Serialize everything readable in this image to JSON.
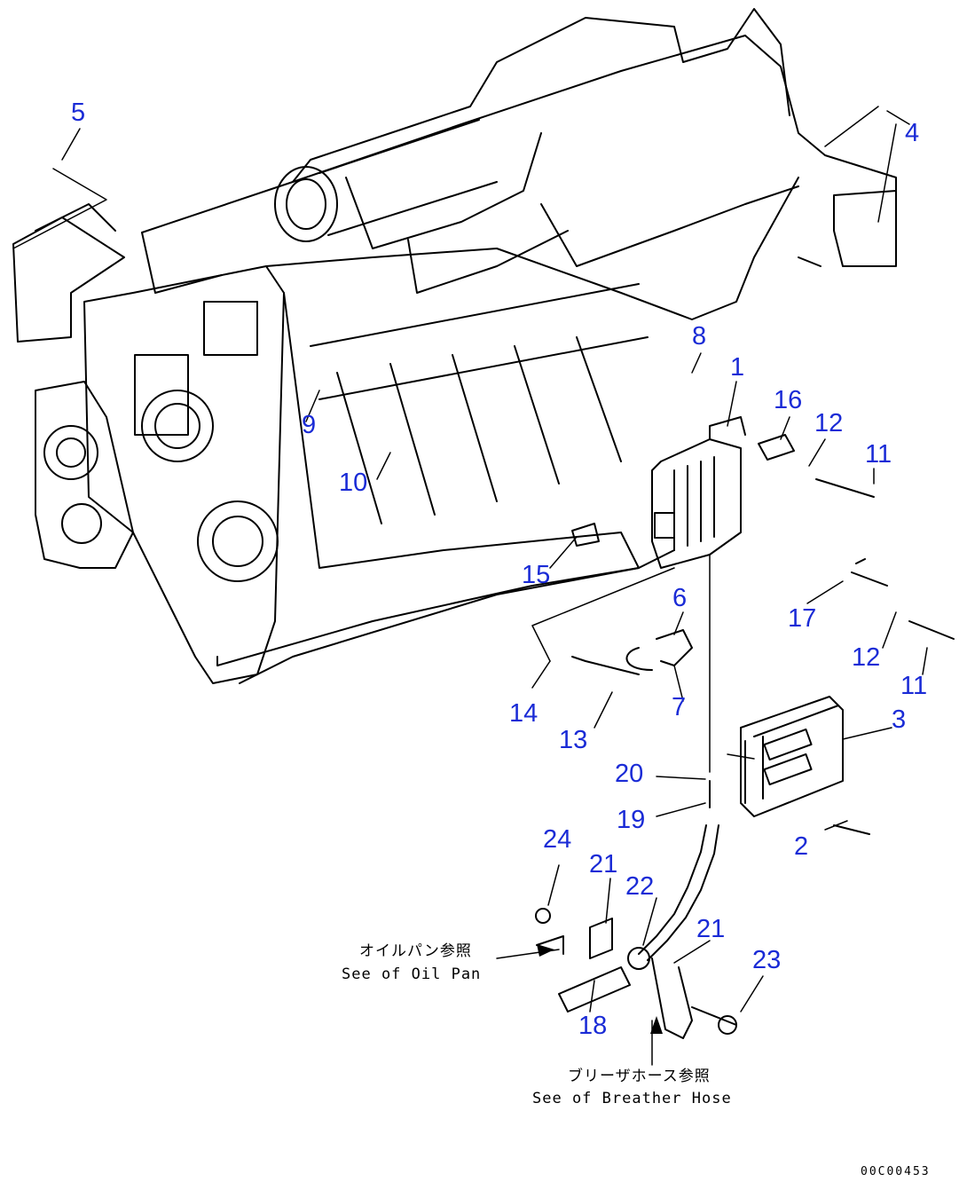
{
  "diagram": {
    "callouts": [
      {
        "id": "c5",
        "text": "5"
      },
      {
        "id": "c4",
        "text": "4"
      },
      {
        "id": "c8",
        "text": "8"
      },
      {
        "id": "c1",
        "text": "1"
      },
      {
        "id": "c16",
        "text": "16"
      },
      {
        "id": "c12a",
        "text": "12"
      },
      {
        "id": "c11a",
        "text": "11"
      },
      {
        "id": "c9",
        "text": "9"
      },
      {
        "id": "c10",
        "text": "10"
      },
      {
        "id": "c15",
        "text": "15"
      },
      {
        "id": "c6",
        "text": "6"
      },
      {
        "id": "c17",
        "text": "17"
      },
      {
        "id": "c12b",
        "text": "12"
      },
      {
        "id": "c11b",
        "text": "11"
      },
      {
        "id": "c14",
        "text": "14"
      },
      {
        "id": "c7",
        "text": "7"
      },
      {
        "id": "c13",
        "text": "13"
      },
      {
        "id": "c3",
        "text": "3"
      },
      {
        "id": "c20",
        "text": "20"
      },
      {
        "id": "c19",
        "text": "19"
      },
      {
        "id": "c2",
        "text": "2"
      },
      {
        "id": "c24",
        "text": "24"
      },
      {
        "id": "c21a",
        "text": "21"
      },
      {
        "id": "c22",
        "text": "22"
      },
      {
        "id": "c21b",
        "text": "21"
      },
      {
        "id": "c23",
        "text": "23"
      },
      {
        "id": "c18",
        "text": "18"
      }
    ],
    "references": {
      "oil_pan_jp": "オイルパン参照",
      "oil_pan_en": "See of Oil Pan",
      "breather_jp": "ブリーザホース参照",
      "breather_en": "See of Breather Hose"
    },
    "drawing_code": "00C00453",
    "colors": {
      "callout": "#1a2bd6",
      "line": "#000000",
      "background": "#ffffff"
    }
  }
}
